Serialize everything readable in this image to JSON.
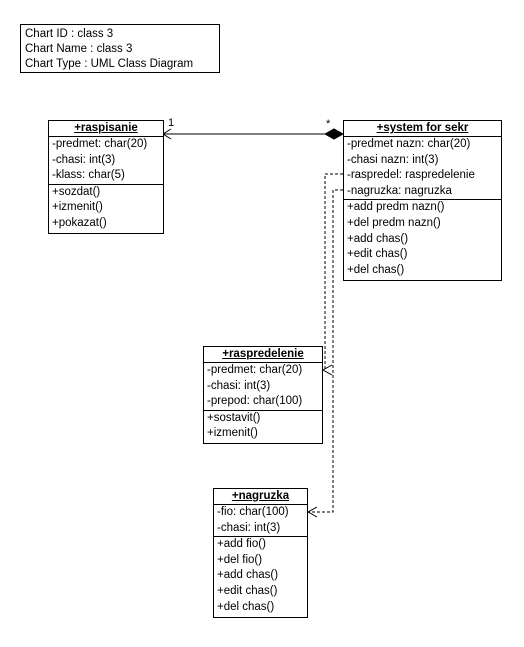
{
  "chart_info": {
    "id": "Chart ID : class 3",
    "name": "Chart Name : class 3",
    "type": "Chart Type : UML Class Diagram"
  },
  "classes": {
    "raspisanie": {
      "name": "+raspisanie",
      "attributes": [
        "-predmet: char(20)",
        "-chasi: int(3)",
        "-klass: char(5)"
      ],
      "methods": [
        "+sozdat()",
        "+izmenit()",
        "+pokazat()"
      ]
    },
    "system_for_sekr": {
      "name": "+system for sekr",
      "attributes": [
        "-predmet nazn: char(20)",
        "-chasi nazn: int(3)",
        "-raspredel: raspredelenie",
        "-nagruzka: nagruzka"
      ],
      "methods": [
        "+add predm nazn()",
        "+del predm nazn()",
        "+add chas()",
        "+edit chas()",
        "+del chas()"
      ]
    },
    "raspredelenie": {
      "name": "+raspredelenie",
      "attributes": [
        "-predmet: char(20)",
        "-chasi: int(3)",
        "-prepod: char(100)"
      ],
      "methods": [
        "+sostavit()",
        "+izmenit()"
      ]
    },
    "nagruzka": {
      "name": "+nagruzka",
      "attributes": [
        "-fio: char(100)",
        "-chasi: int(3)"
      ],
      "methods": [
        "+add fio()",
        "+del fio()",
        "+add chas()",
        "+edit chas()",
        "+del chas()"
      ]
    }
  },
  "relations": {
    "composition": {
      "from": "system for sekr",
      "to": "raspisanie",
      "mult_to": "1",
      "mult_from": "*"
    }
  }
}
